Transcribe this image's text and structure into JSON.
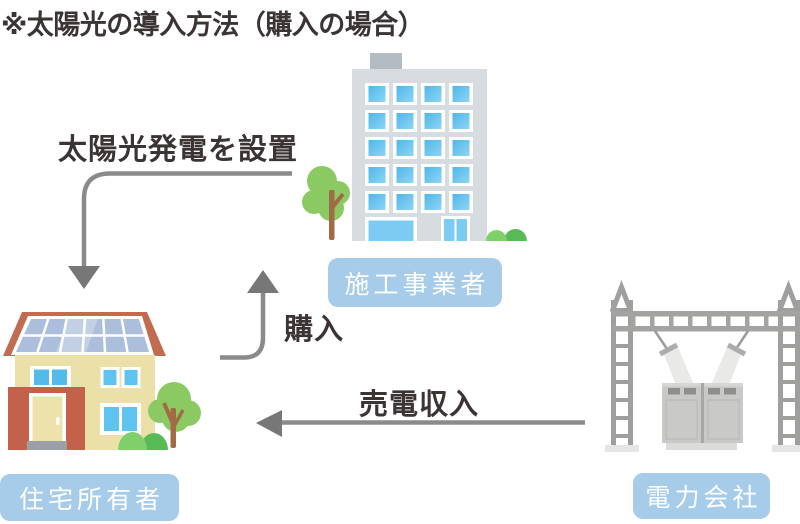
{
  "title": "※太陽光の導入方法（購入の場合）",
  "diagram": {
    "nodes": [
      {
        "id": "contractor",
        "label": "施工事業者",
        "icon": "office-building-icon"
      },
      {
        "id": "homeowner",
        "label": "住宅所有者",
        "icon": "solar-house-icon"
      },
      {
        "id": "utility",
        "label": "電力会社",
        "icon": "power-station-icon"
      }
    ],
    "flows": [
      {
        "id": "install",
        "label": "太陽光発電を設置",
        "from": "contractor",
        "to": "homeowner"
      },
      {
        "id": "purchase",
        "label": "購入",
        "from": "homeowner",
        "to": "contractor"
      },
      {
        "id": "income",
        "label": "売電収入",
        "from": "utility",
        "to": "homeowner"
      }
    ]
  },
  "colors": {
    "text": "#3b3434",
    "arrow_line": "#8a8a8a",
    "arrow_head": "#777777",
    "badge_bg": "#a6cce9",
    "badge_text": "#ffffff",
    "building_body": "#d7dce1",
    "window_blue": "#5ec4ef",
    "roof_terracotta": "#c16b50",
    "wall_cream": "#ece0a9",
    "tree_green": "#8bc963",
    "steel_gray": "#9f9f9d"
  }
}
